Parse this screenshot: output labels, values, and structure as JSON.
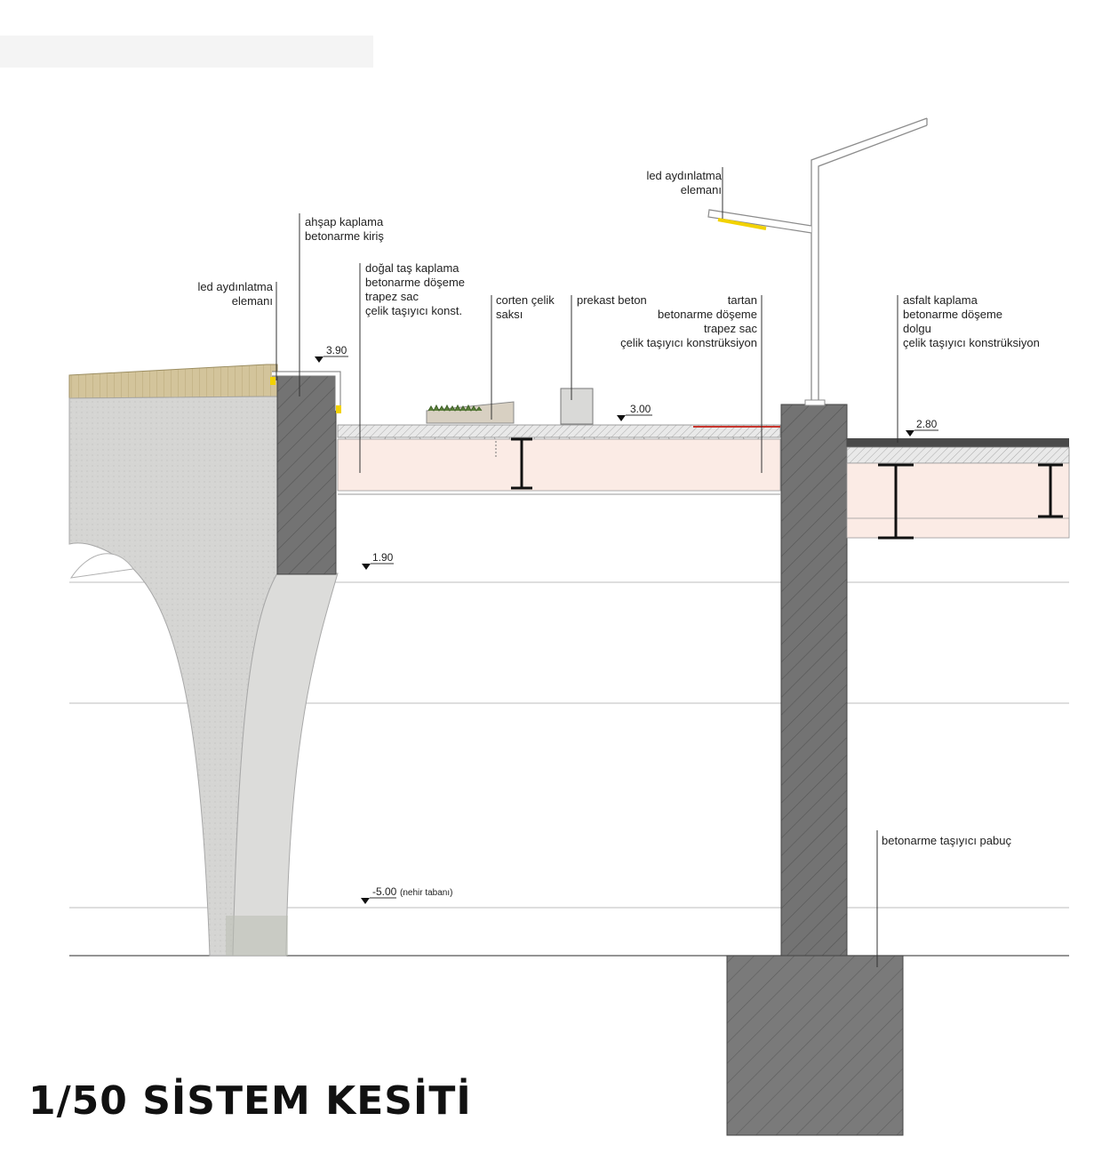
{
  "title": "1/50 SİSTEM KESİTİ",
  "colors": {
    "concrete": "#d4d4d2",
    "column_dark": "#6e6e6e",
    "wood_cladding": "#d2c39a",
    "led_yellow": "#f2d200",
    "slab_fill": "#fbebe5",
    "asphalt": "#4a4a4a",
    "tartan": "#c8362e"
  },
  "levels": {
    "top_bridge": "3.90",
    "deck": "3.00",
    "road": "2.80",
    "under_deck": "1.90",
    "river_bed": "-5.00",
    "river_bed_note": "(nehir tabanı)"
  },
  "annotations": {
    "led_left": [
      "led aydınlatma",
      "elemanı"
    ],
    "wood_beam": [
      "ahşap kaplama",
      "betonarme kiriş"
    ],
    "stone_slab": [
      "doğal taş kaplama",
      "betonarme döşeme",
      "trapez sac",
      "çelik taşıyıcı konst."
    ],
    "corten": [
      "corten çelik",
      "saksı"
    ],
    "precast": [
      "prekast beton"
    ],
    "tartan_stack": [
      "tartan",
      "betonarme döşeme",
      "trapez sac",
      "çelik taşıyıcı konstrüksiyon"
    ],
    "led_pole": [
      "led aydınlatma",
      "elemanı"
    ],
    "asphalt_stack": [
      "asfalt kaplama",
      "betonarme döşeme",
      "dolgu",
      "çelik taşıyıcı konstrüksiyon"
    ],
    "footing": [
      "betonarme taşıyıcı pabuç"
    ]
  }
}
